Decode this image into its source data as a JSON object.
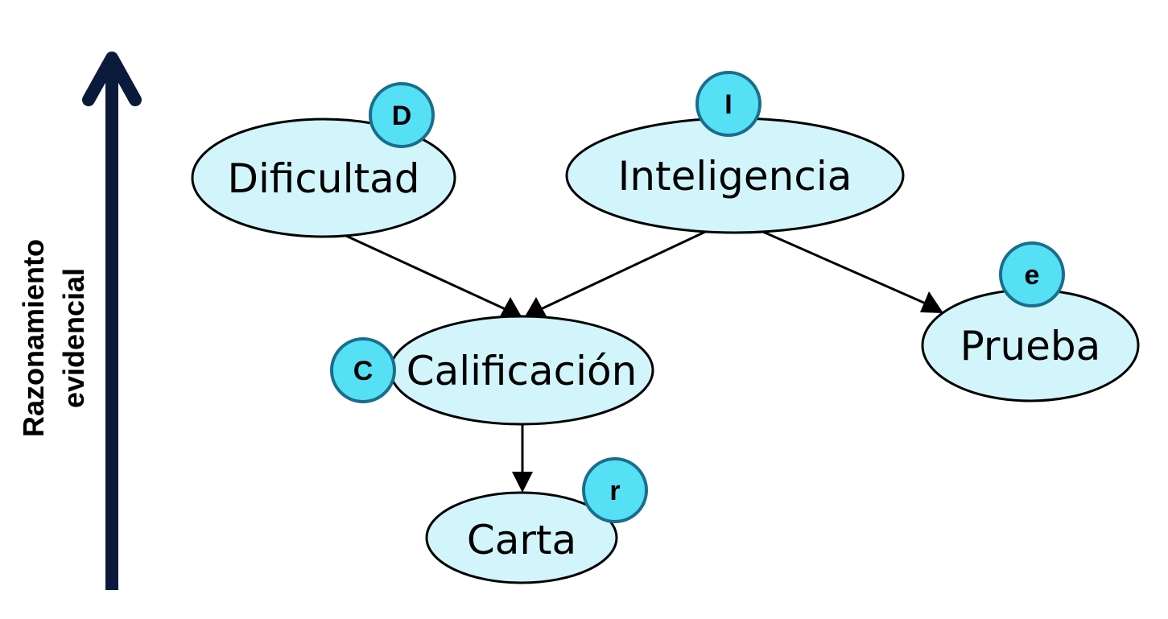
{
  "axis": {
    "line1": "Razonamiento",
    "line2": "evidencial",
    "color": "#0b1a3a"
  },
  "colors": {
    "node_fill": "#d2f5fb",
    "node_stroke": "#000000",
    "badge_fill": "#55e0f5",
    "badge_stroke": "#1a6e8c",
    "edge": "#000000"
  },
  "nodes": {
    "dificultad": {
      "label": "Dificultad",
      "badge": "D"
    },
    "inteligencia": {
      "label": "Inteligencia",
      "badge": "I"
    },
    "calificacion": {
      "label": "Calificación",
      "badge": "C"
    },
    "prueba": {
      "label": "Prueba",
      "badge": "e"
    },
    "carta": {
      "label": "Carta",
      "badge": "r"
    }
  },
  "edges": [
    {
      "from": "Dificultad",
      "to": "Calificación"
    },
    {
      "from": "Inteligencia",
      "to": "Calificación"
    },
    {
      "from": "Inteligencia",
      "to": "Prueba"
    },
    {
      "from": "Calificación",
      "to": "Carta"
    }
  ]
}
